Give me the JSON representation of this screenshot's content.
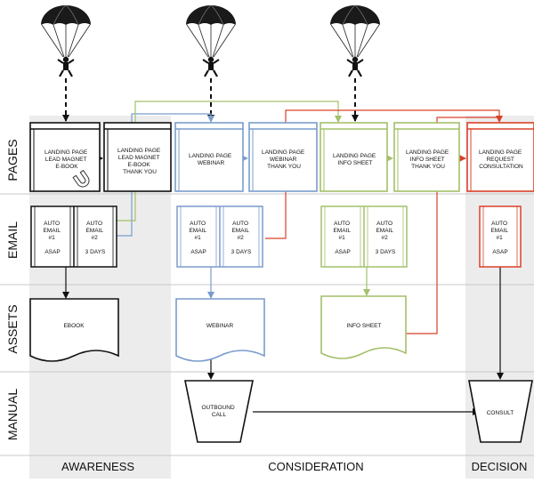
{
  "rows": {
    "pages": "PAGES",
    "email": "EMAIL",
    "assets": "ASSETS",
    "manual": "MANUAL"
  },
  "stages": {
    "awareness": "AWARENESS",
    "consideration": "CONSIDERATION",
    "decision": "DECISION"
  },
  "pages": {
    "lp_lead_magnet": [
      "LANDING PAGE",
      "LEAD MAGNET",
      "E-BOOK"
    ],
    "lp_lead_magnet_thanks": [
      "LANDING PAGE",
      "LEAD MAGNET",
      "E-BOOK",
      "THANK YOU"
    ],
    "lp_webinar": [
      "LANDING PAGE",
      "WEBINAR"
    ],
    "lp_webinar_thanks": [
      "LANDING PAGE",
      "WEBINAR",
      "THANK YOU"
    ],
    "lp_info_sheet": [
      "LANDING PAGE",
      "INFO SHEET"
    ],
    "lp_info_sheet_thanks": [
      "LANDING PAGE",
      "INFO SHEET",
      "THANK YOU"
    ],
    "lp_request_consultation": [
      "LANDING PAGE",
      "REQUEST",
      "CONSULTATION"
    ]
  },
  "emails": {
    "ebook_1": [
      "AUTO",
      "EMAIL",
      "#1",
      "ASAP"
    ],
    "ebook_2": [
      "AUTO",
      "EMAIL",
      "#2",
      "3 DAYS"
    ],
    "webinar_1": [
      "AUTO",
      "EMAIL",
      "#1",
      "ASAP"
    ],
    "webinar_2": [
      "AUTO",
      "EMAIL",
      "#2",
      "3 DAYS"
    ],
    "info_1": [
      "AUTO",
      "EMAIL",
      "#1",
      "ASAP"
    ],
    "info_2": [
      "AUTO",
      "EMAIL",
      "#2",
      "3 DAYS"
    ],
    "consult_1": [
      "AUTO",
      "EMAIL",
      "#1",
      "ASAP"
    ]
  },
  "assets": {
    "ebook": "EBOOK",
    "webinar": "WEBINAR",
    "info_sheet": "INFO SHEET"
  },
  "manual": {
    "outbound_call": [
      "OUTBOUND",
      "CALL"
    ],
    "consult": "CONSULT"
  },
  "icons": {
    "parachute": "parachute-icon",
    "magnet": "magnet-icon"
  },
  "colors": {
    "black": "#111111",
    "blue": "#7a9ccc",
    "green": "#a3c06a",
    "red": "#d9412a",
    "band": "#ececec",
    "grid": "#c9c9c9"
  }
}
